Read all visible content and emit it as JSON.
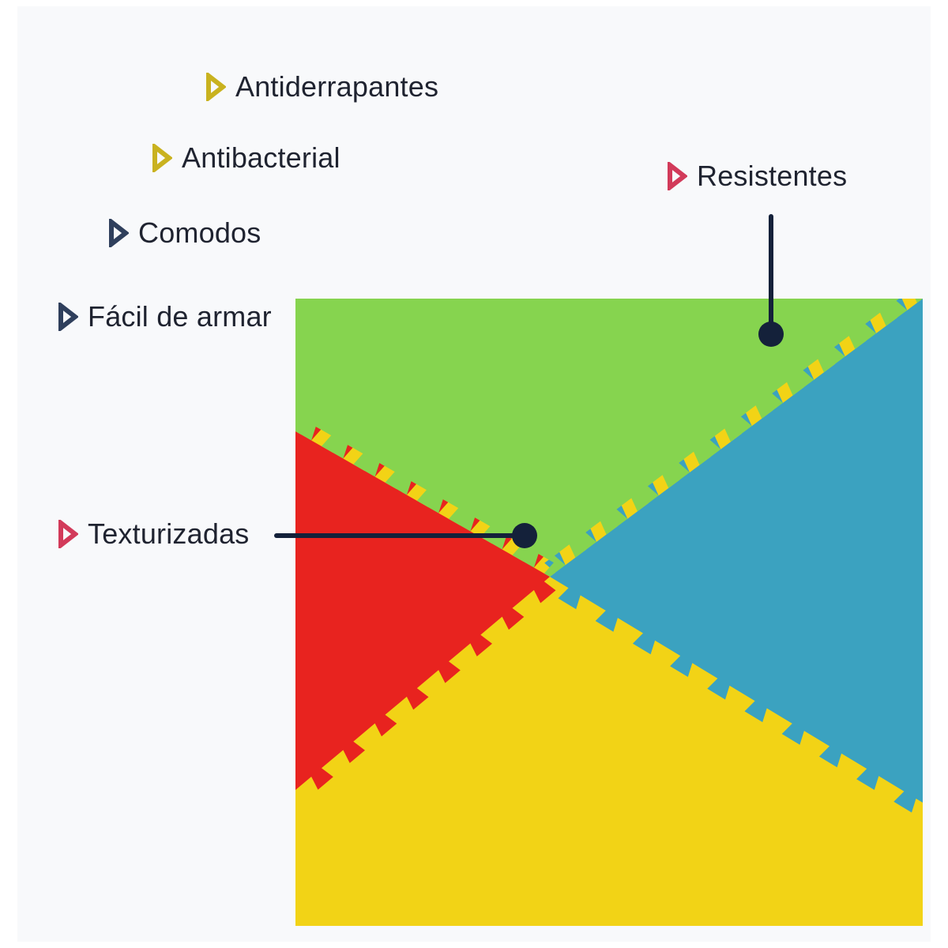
{
  "features": [
    {
      "id": "antiderrapantes",
      "label": "Antiderrapantes",
      "arrow_color": "#c9b21f",
      "icon": "triangle-right-outline-icon"
    },
    {
      "id": "antibacterial",
      "label": "Antibacterial",
      "arrow_color": "#c9b21f",
      "icon": "triangle-right-outline-icon"
    },
    {
      "id": "comodos",
      "label": "Comodos",
      "arrow_color": "#2f3f5c",
      "icon": "triangle-right-outline-icon"
    },
    {
      "id": "facil-de-armar",
      "label": "Fácil de armar",
      "arrow_color": "#2f3f5c",
      "icon": "triangle-right-outline-icon"
    },
    {
      "id": "texturizadas",
      "label": "Texturizadas",
      "arrow_color": "#d23a5a",
      "icon": "triangle-right-outline-icon"
    },
    {
      "id": "resistentes",
      "label": "Resistentes",
      "arrow_color": "#d23a5a",
      "icon": "triangle-right-outline-icon"
    }
  ],
  "colors": {
    "background": "#f8f9fb",
    "text": "#1f2330",
    "callout_line": "#14213a",
    "tile_green": "#86d44f",
    "tile_blue": "#3ba2c0",
    "tile_red": "#e8231f",
    "tile_yellow": "#f2d316"
  },
  "image": {
    "subject": "interlocking foam floor mat tiles",
    "tiles": [
      "green",
      "blue",
      "red",
      "yellow"
    ]
  }
}
